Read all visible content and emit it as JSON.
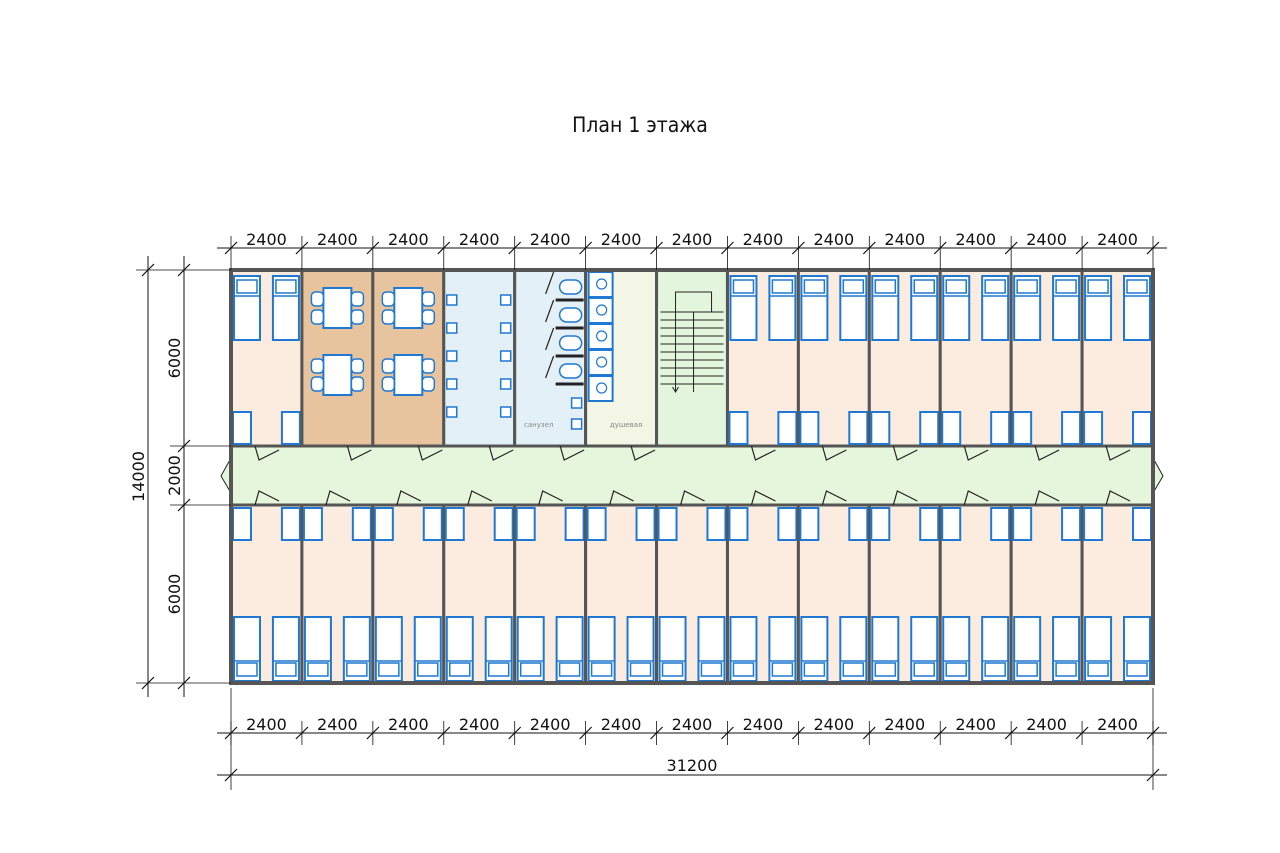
{
  "title": "План 1 этажа",
  "dimensions": {
    "top": [
      "2400",
      "2400",
      "2400",
      "2400",
      "2400",
      "2400",
      "2400",
      "2400",
      "2400",
      "2400",
      "2400",
      "2400",
      "2400"
    ],
    "bottom": [
      "2400",
      "2400",
      "2400",
      "2400",
      "2400",
      "2400",
      "2400",
      "2400",
      "2400",
      "2400",
      "2400",
      "2400",
      "2400"
    ],
    "total_width": "31200",
    "left_parts": [
      "6000",
      "2000",
      "6000"
    ],
    "total_depth": "14000"
  },
  "floor": {
    "top_row": [
      "bedroom",
      "dining",
      "dining",
      "washroom",
      "toilet",
      "shower",
      "stairs",
      "bedroom",
      "bedroom",
      "bedroom",
      "bedroom",
      "bedroom",
      "bedroom"
    ],
    "bottom_row": [
      "bedroom",
      "bedroom",
      "bedroom",
      "bedroom",
      "bedroom",
      "bedroom",
      "bedroom",
      "bedroom",
      "bedroom",
      "bedroom",
      "bedroom",
      "bedroom",
      "bedroom"
    ],
    "room_labels": {
      "toilet": "санузел",
      "shower": "душевая"
    }
  },
  "colors": {
    "bedroom": "#fcebdf",
    "dining": "#e8c49e",
    "washroom": "#e4f0f8",
    "toilet": "#e4f0f8",
    "shower": "#f3f6e4",
    "stairs": "#e3f5dc",
    "corridor": "#e6f6dc",
    "furniture": "#1f78d1",
    "wall": "#555555"
  }
}
